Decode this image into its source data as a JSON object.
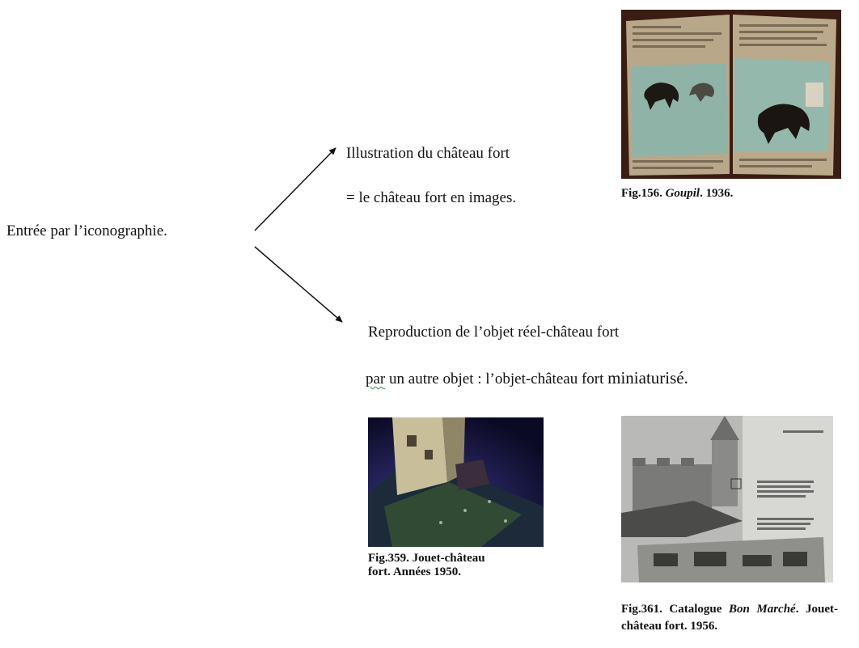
{
  "root": {
    "label": "Entrée par l’iconographie."
  },
  "branch_top": {
    "line1": "Illustration du château fort",
    "line2": "= le château fort en images."
  },
  "branch_bottom": {
    "line1": "Reproduction de l’objet réel-château fort",
    "line2_a": "par",
    "line2_b": " un autre objet : l’objet-château fort ",
    "line2_c": "miniaturisé."
  },
  "figures": {
    "fig156": {
      "num": "Fig.156. ",
      "title": "Goupil",
      "rest": ". 1936."
    },
    "fig359": {
      "line1": "Fig.359. Jouet-château",
      "line2": "fort. Années 1950."
    },
    "fig361": {
      "a": "Fig.361.  Catalogue  ",
      "title": "Bon Marché",
      "b": ". Jouet-château fort. 1956."
    }
  },
  "colors": {
    "text": "#111111",
    "arrow": "#111111",
    "spellcheck": "#2e8b57"
  }
}
